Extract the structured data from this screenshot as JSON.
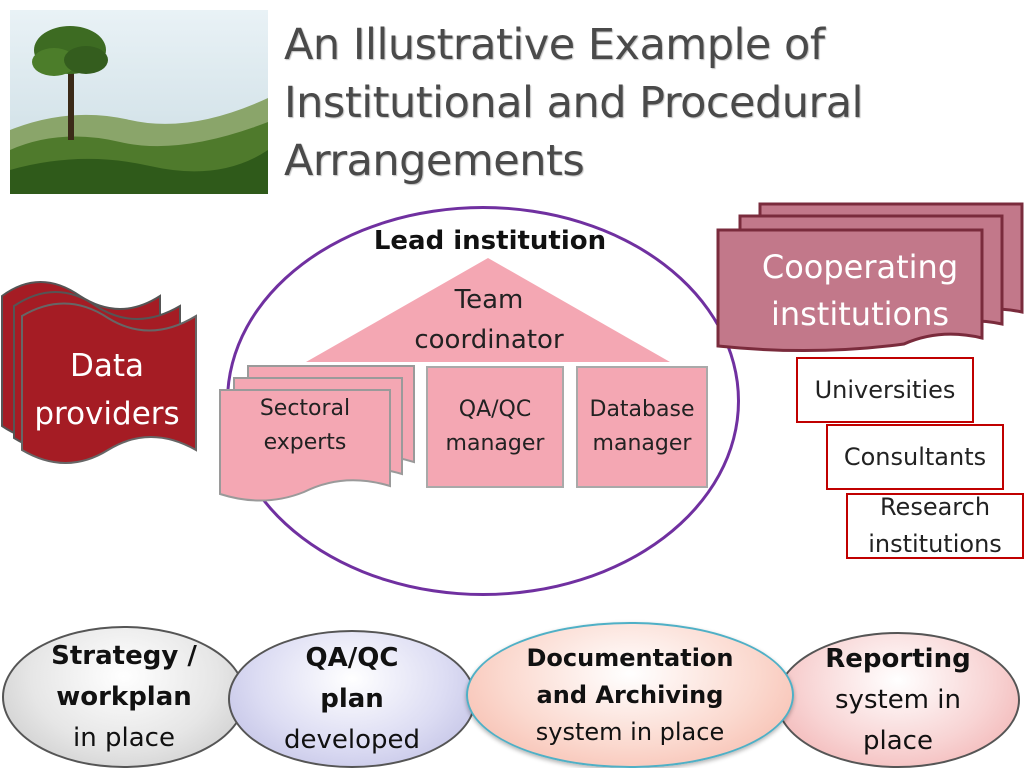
{
  "title": "An Illustrative Example of Institutional and Procedural Arrangements",
  "lead": {
    "label": "Lead institution",
    "team_coordinator": "Team coordinator",
    "sectoral_experts": "Sectoral experts",
    "qaqc_manager": "QA/QC manager",
    "database_manager": "Database manager"
  },
  "data_providers": "Data providers",
  "cooperating": {
    "label": "Cooperating institutions",
    "items": [
      "Universities",
      "Consultants",
      "Research institutions"
    ]
  },
  "steps": {
    "strategy_bold": "Strategy / workplan",
    "strategy_rest": "in place",
    "qaplan_bold": "QA/QC plan",
    "qaplan_rest": "developed",
    "doc_bold": "Documentation and Archiving",
    "doc_rest": "system in place",
    "report_bold": "Reporting",
    "report_rest": "system in place"
  },
  "colors": {
    "ellipse_border": "#7030a0",
    "pink": "#f4a7b3",
    "data_red": "#a51c24",
    "coop_mauve": "#c2788a",
    "red_border": "#c00000"
  }
}
